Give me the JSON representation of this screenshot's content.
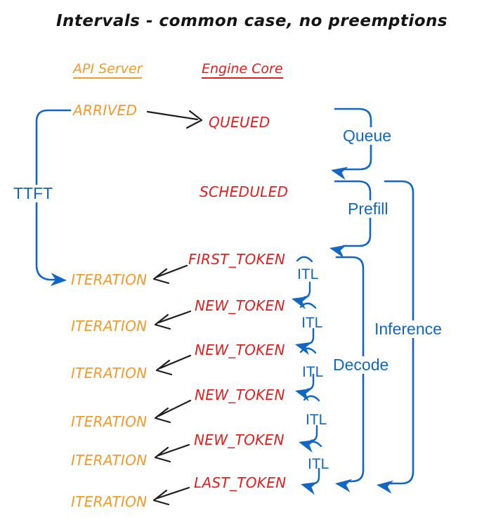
{
  "title": "Intervals - common case, no preemptions",
  "columns": {
    "api_server": "API Server",
    "engine_core": "Engine Core"
  },
  "events": {
    "arrived": "ARRIVED",
    "queued": "QUEUED",
    "scheduled": "SCHEDULED",
    "first_token": "FIRST_TOKEN",
    "new_token": "NEW_TOKEN",
    "last_token": "LAST_TOKEN",
    "iteration": "ITERATION"
  },
  "intervals": {
    "ttft": "TTFT",
    "queue": "Queue",
    "prefill": "Prefill",
    "itl": "ITL",
    "decode": "Decode",
    "inference": "Inference"
  },
  "structure": {
    "iteration_count": 6,
    "new_token_count": 4,
    "itl_count": 5
  },
  "colors": {
    "api_server_text": "#F29B2B",
    "engine_core_text": "#E01F1F",
    "interval_blue": "#1266C4",
    "connector_black": "#1E1E1E",
    "background": "#FFFFFF"
  }
}
